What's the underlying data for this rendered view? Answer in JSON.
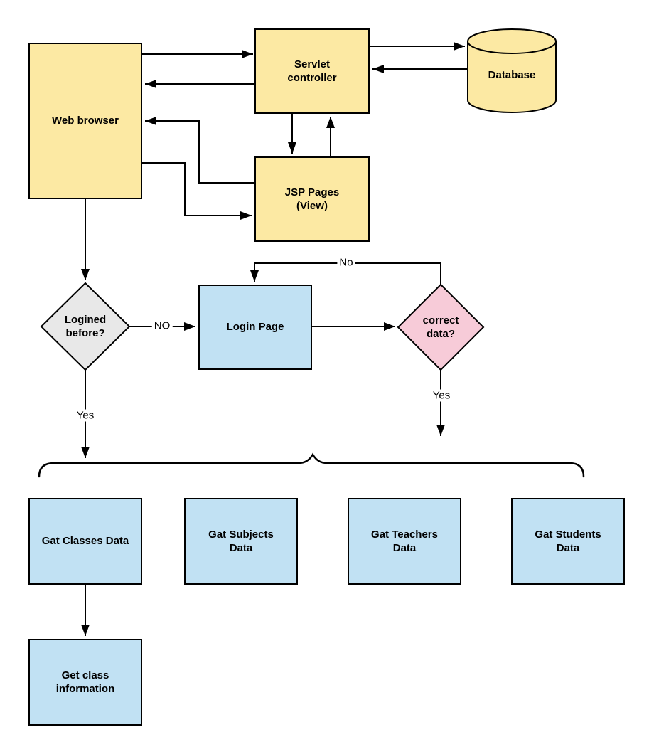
{
  "diagram": {
    "type": "flowchart",
    "nodes": {
      "web_browser": {
        "label": "Web browser",
        "shape": "rectangle",
        "fill": "#FCE9A3"
      },
      "servlet_controller": {
        "label": "Servlet\ncontroller",
        "shape": "rectangle",
        "fill": "#FCE9A3"
      },
      "database": {
        "label": "Database",
        "shape": "cylinder",
        "fill": "#FCE9A3"
      },
      "jsp_pages": {
        "label": "JSP Pages\n(View)",
        "shape": "rectangle",
        "fill": "#FCE9A3"
      },
      "logined_before": {
        "label": "Logined\nbefore?",
        "shape": "diamond",
        "fill": "#E8E8E8"
      },
      "login_page": {
        "label": "Login Page",
        "shape": "rectangle",
        "fill": "#C1E1F3"
      },
      "correct_data": {
        "label": "correct\ndata?",
        "shape": "diamond",
        "fill": "#F7CBD8"
      },
      "gat_classes": {
        "label": "Gat Classes Data",
        "shape": "rectangle",
        "fill": "#C1E1F3"
      },
      "gat_subjects": {
        "label": "Gat Subjects\nData",
        "shape": "rectangle",
        "fill": "#C1E1F3"
      },
      "gat_teachers": {
        "label": "Gat Teachers\nData",
        "shape": "rectangle",
        "fill": "#C1E1F3"
      },
      "gat_students": {
        "label": "Gat Students\nData",
        "shape": "rectangle",
        "fill": "#C1E1F3"
      },
      "get_class_information": {
        "label": "Get class\ninformation",
        "shape": "rectangle",
        "fill": "#C1E1F3"
      }
    },
    "edge_labels": {
      "logined_no": "NO",
      "logined_yes": "Yes",
      "correct_no": "No",
      "correct_yes": "Yes"
    },
    "colors": {
      "process_yellow": "#FCE9A3",
      "process_blue": "#C1E1F3",
      "decision_gray": "#E8E8E8",
      "decision_pink": "#F7CBD8",
      "line_black": "#000000"
    }
  }
}
